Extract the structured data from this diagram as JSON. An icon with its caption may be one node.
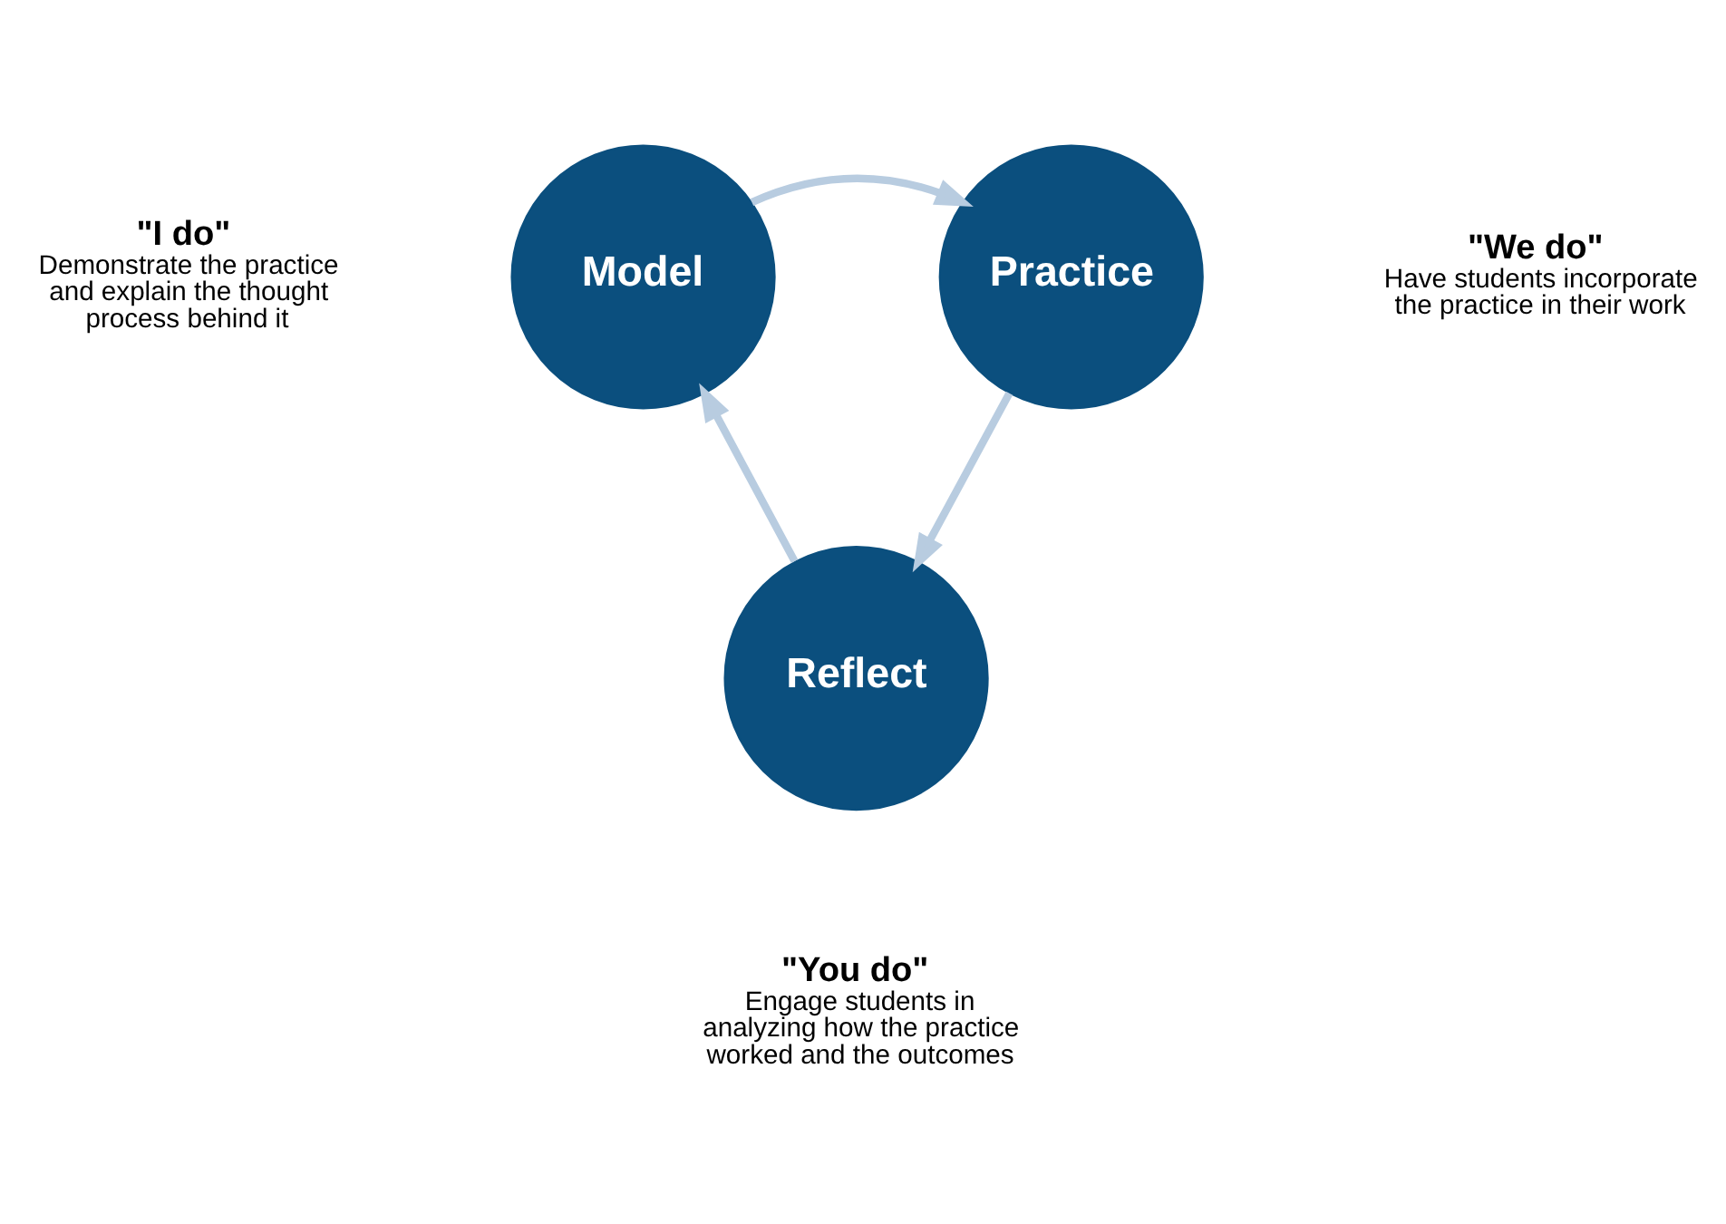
{
  "diagram": {
    "nodes": [
      {
        "text": [
          "Model"
        ],
        "beside": [
          "\"I do\"",
          "Demonstrate the practice and explain the thought process behind it"
        ]
      },
      {
        "text": [
          "Practice"
        ],
        "beside": [
          "\"We do\"",
          "Have students incorporate the practice in their work"
        ]
      },
      {
        "text": [
          "Reflect"
        ],
        "beside": [
          "\"You do\"",
          "Engage students in analyzing how the practice worked and the outcomes"
        ]
      }
    ],
    "edges": [
      {
        "from": 0,
        "to": 1,
        "arrow": "to"
      },
      {
        "from": 1,
        "to": 2,
        "arrow": "to"
      },
      {
        "from": 2,
        "to": 0,
        "arrow": "to"
      }
    ]
  }
}
